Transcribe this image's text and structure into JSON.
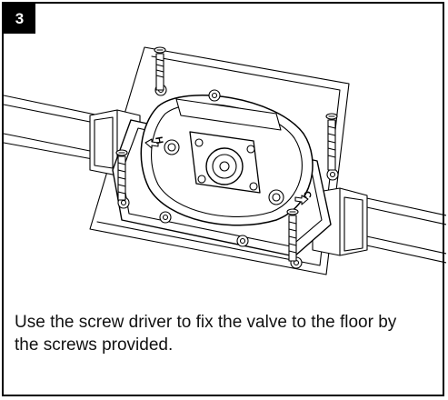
{
  "step": {
    "number": "3"
  },
  "illustration": {
    "label_hot": "H",
    "label_cold": "C",
    "icon": "valve-installation-illustration"
  },
  "instruction": {
    "text": "Use the screw driver to fix the valve to the floor by the screws provided."
  },
  "colors": {
    "border": "#000000",
    "badge_bg": "#000000",
    "badge_text": "#ffffff",
    "text": "#111111"
  }
}
